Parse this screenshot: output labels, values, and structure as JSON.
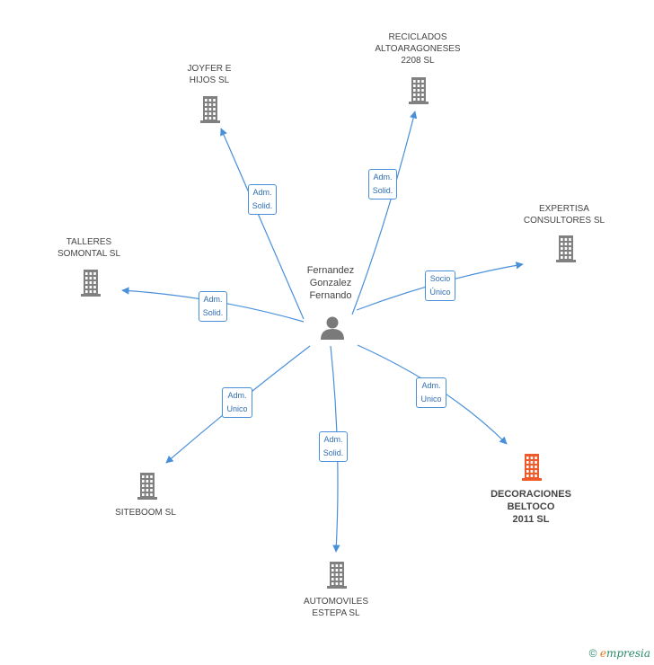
{
  "colors": {
    "edge": "#4a90d9",
    "building": "#808080",
    "highlight": "#f05a2b",
    "person": "#7a7a7a"
  },
  "center": {
    "label": "Fernandez\nGonzalez\nFernando",
    "icon": "person-icon"
  },
  "nodes": [
    {
      "id": "joyfer",
      "label": "JOYFER E\nHIJOS  SL",
      "highlight": false,
      "icon": "building-icon"
    },
    {
      "id": "reciclados",
      "label": "RECICLADOS\nALTOARAGONESES\n2208 SL",
      "highlight": false,
      "icon": "building-icon"
    },
    {
      "id": "expertisa",
      "label": "EXPERTISA\nCONSULTORES SL",
      "highlight": false,
      "icon": "building-icon"
    },
    {
      "id": "talleres",
      "label": "TALLERES\nSOMONTAL SL",
      "highlight": false,
      "icon": "building-icon"
    },
    {
      "id": "decoraciones",
      "label": "DECORACIONES\nBELTOCO\n2011 SL",
      "highlight": true,
      "icon": "building-icon"
    },
    {
      "id": "siteboom",
      "label": "SITEBOOM  SL",
      "highlight": false,
      "icon": "building-icon"
    },
    {
      "id": "automoviles",
      "label": "AUTOMOVILES\nESTEPA SL",
      "highlight": false,
      "icon": "building-icon"
    }
  ],
  "edges": [
    {
      "to": "joyfer",
      "label": "Adm.\nSolid."
    },
    {
      "to": "reciclados",
      "label": "Adm.\nSolid."
    },
    {
      "to": "expertisa",
      "label": "Socio\nÚnico"
    },
    {
      "to": "talleres",
      "label": "Adm.\nSolid."
    },
    {
      "to": "decoraciones",
      "label": "Adm.\nUnico"
    },
    {
      "to": "siteboom",
      "label": "Adm.\nUnico"
    },
    {
      "to": "automoviles",
      "label": "Adm.\nSolid."
    }
  ],
  "footer": {
    "copyright": "©",
    "brand_first": "e",
    "brand_rest": "mpresia"
  }
}
